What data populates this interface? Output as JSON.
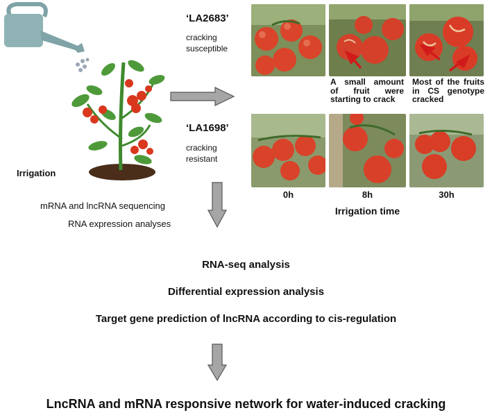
{
  "genotype_top": {
    "name": "‘LA2683’",
    "desc_line1": "cracking",
    "desc_line2": "susceptible"
  },
  "genotype_bottom": {
    "name": "‘LA1698’",
    "desc_line1": "cracking",
    "desc_line2": "resistant"
  },
  "irrigation_label": "Irrigation",
  "sequencing_line1": "mRNA and lncRNA sequencing",
  "sequencing_line2": "RNA expression analyses",
  "captions": {
    "middle_line1": "A small amount",
    "middle_line2": "of fruit were",
    "middle_line3": "starting to crack",
    "right_line1": "Most of the fruits",
    "right_line2": "in CS genotype",
    "right_line3": "cracked"
  },
  "time_points": [
    "0h",
    "8h",
    "30h"
  ],
  "time_axis_label": "Irrigation time",
  "analysis_steps": [
    "RNA-seq analysis",
    "Differential expression analysis",
    "Target gene prediction of lncRNA according to cis-regulation"
  ],
  "final_result": "LncRNA and mRNA responsive network for water-induced cracking",
  "colors": {
    "tomato_red": "#d9381e",
    "leaf_green": "#4e9a3a",
    "arrow_fill": "#a6a6a6",
    "annotation_arrow": "#d11a1a",
    "watering_can": "#7fa3a6"
  }
}
